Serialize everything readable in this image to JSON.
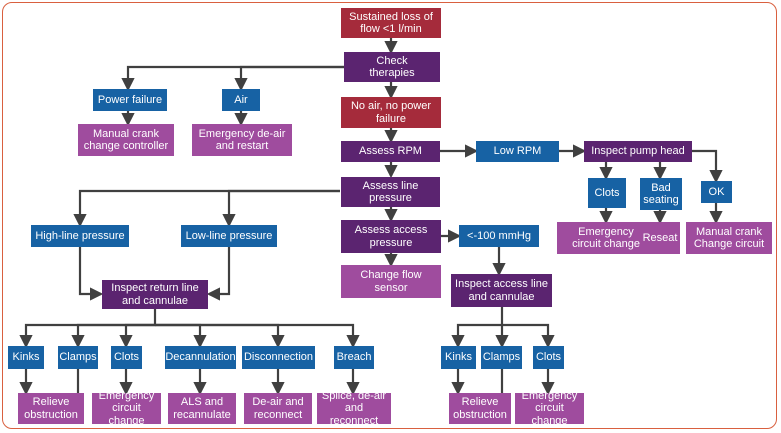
{
  "colors": {
    "frame": "#d9603f",
    "connector": "#404040",
    "critical": "#a52b3b",
    "assessment": "#5b2470",
    "finding": "#1762a4",
    "action": "#9f4c9e"
  },
  "nodes": {
    "sustained_loss": "Sustained loss of\nflow <1 l/min",
    "check_therapies": "Check\ntherapies",
    "power_failure": "Power failure",
    "air": "Air",
    "manual_crank_controller": "Manual crank\nchange controller",
    "emergency_deair_restart": "Emergency de-air\nand restart",
    "no_air_no_power": "No air, no power\nfailure",
    "assess_rpm": "Assess RPM",
    "low_rpm": "Low RPM",
    "inspect_pump_head": "Inspect pump head",
    "pump_clots": "Clots",
    "bad_seating": "Bad\nseating",
    "ok": "OK",
    "pump_emergency_change": "Emergency\ncircuit change",
    "reseat": "Reseat",
    "manual_crank_change_circuit": "Manual crank\nChange circuit",
    "assess_line_pressure": "Assess line\npressure",
    "high_line_pressure": "High-line pressure",
    "low_line_pressure": "Low-line pressure",
    "inspect_return_line": "Inspect return line\nand cannulae",
    "assess_access_pressure": "Assess access\npressure",
    "below_100": "<-100 mmHg",
    "change_flow_sensor": "Change flow\nsensor",
    "inspect_access_line": "Inspect access line\nand cannulae",
    "ret_kinks": "Kinks",
    "ret_clamps": "Clamps",
    "ret_clots": "Clots",
    "decannulation": "Decannulation",
    "disconnection": "Disconnection",
    "breach": "Breach",
    "ret_relieve": "Relieve\nobstruction",
    "ret_emergency_change": "Emergency\ncircuit change",
    "als_recannulate": "ALS and\nrecannulate",
    "deair_reconnect": "De-air and\nreconnect",
    "splice_deair_reconnect": "Splice, de-air\nand reconnect",
    "acc_kinks": "Kinks",
    "acc_clamps": "Clamps",
    "acc_clots": "Clots",
    "acc_relieve": "Relieve\nobstruction",
    "acc_emergency_change": "Emergency\ncircuit change"
  }
}
